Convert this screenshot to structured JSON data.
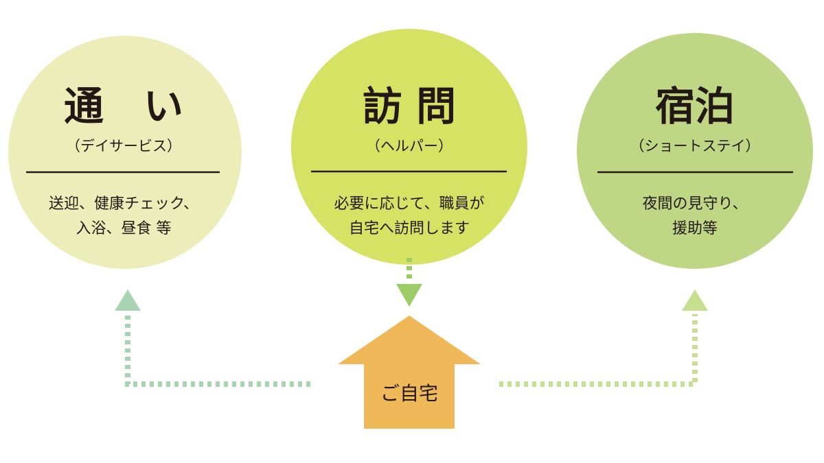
{
  "colors": {
    "circle_left": "#ecedb8",
    "circle_middle": "#d6e263",
    "circle_right": "#bfd785",
    "arrow_left": "#a8d4b4",
    "arrow_middle": "#9ccc65",
    "arrow_right": "#c7de8e",
    "home": "#efb95a"
  },
  "services": [
    {
      "title": "通　い",
      "subtitle": "（デイサービス）",
      "lines": [
        "送迎、健康チェック、",
        "入浴、昼食 等"
      ]
    },
    {
      "title": "訪 問",
      "subtitle": "（ヘルパー）",
      "lines": [
        "必要に応じて、職員が",
        "自宅へ訪問します"
      ]
    },
    {
      "title": "宿泊",
      "subtitle": "（ショートステイ）",
      "lines": [
        "夜間の見守り、",
        "援助等"
      ]
    }
  ],
  "home": {
    "label": "ご自宅"
  }
}
